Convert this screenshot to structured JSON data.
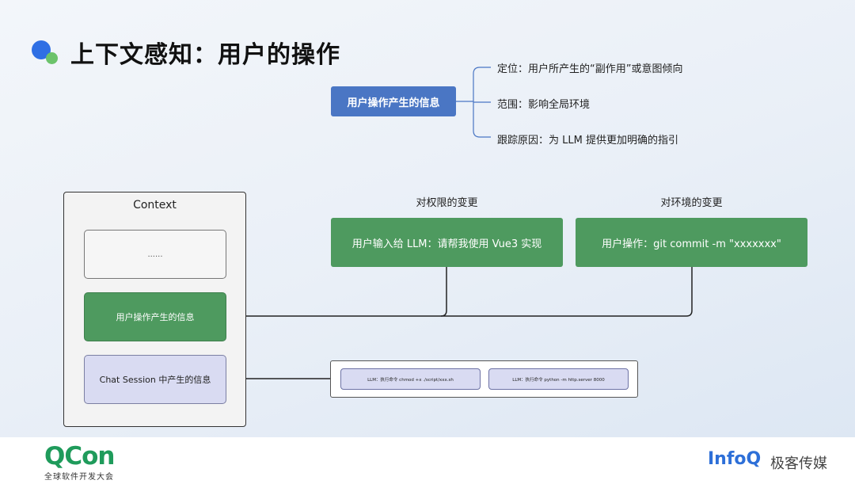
{
  "title": "上下文感知：用户的操作",
  "mindmap": {
    "root": "用户操作产生的信息",
    "items": [
      "定位：用户所产生的“副作用”或意图倾向",
      "范围：影响全局环境",
      "跟踪原因：为 LLM 提供更加明确的指引"
    ]
  },
  "context": {
    "title": "Context",
    "slots": [
      "......",
      "用户操作产生的信息",
      "Chat Session 中产生的信息"
    ]
  },
  "changes": [
    {
      "heading": "对权限的变更",
      "card": "用户输入给 LLM：请帮我使用 Vue3 实现"
    },
    {
      "heading": "对环境的变更",
      "card": "用户操作：git commit -m \"xxxxxxx\""
    }
  ],
  "commands": [
    "LLM：执行命令 chmod +x ./script/xxx.sh",
    "LLM：执行命令 python -m http.server 8000"
  ],
  "footer": {
    "qcon": "QCon",
    "qcon_sub": "全球软件开发大会",
    "infoq": "InfoQ",
    "infoq_sub": "极客传媒"
  },
  "colors": {
    "accent_blue": "#4a76c4",
    "green": "#4e9a5f",
    "lavender": "#d9dbf2"
  }
}
